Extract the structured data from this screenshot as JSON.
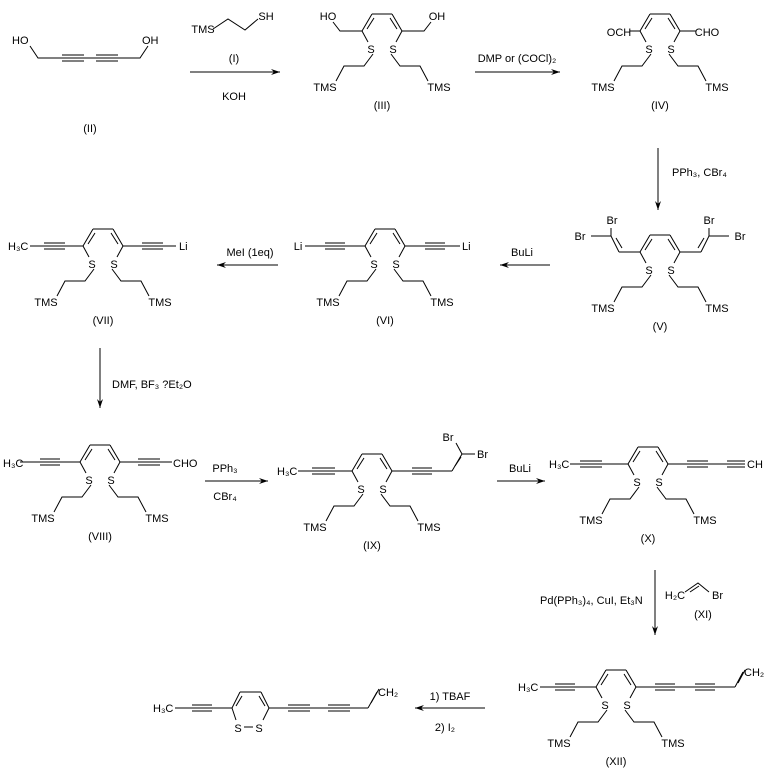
{
  "compounds": {
    "II": {
      "label": "(II)",
      "ho": "HO",
      "oh": "OH"
    },
    "I": {
      "label": "(I)",
      "tms": "TMS",
      "sh": "SH"
    },
    "III": {
      "label": "(III)",
      "ho": "HO",
      "oh": "OH",
      "tms": "TMS",
      "s": "S"
    },
    "IV": {
      "label": "(IV)",
      "left": "OCH",
      "right": "CHO",
      "tms": "TMS",
      "s": "S"
    },
    "V": {
      "label": "(V)",
      "br": "Br",
      "tms": "TMS",
      "s": "S"
    },
    "VI": {
      "label": "(VI)",
      "li": "Li",
      "tms": "TMS",
      "s": "S"
    },
    "VII": {
      "label": "(VII)",
      "left": "H₃C",
      "right": "Li",
      "tms": "TMS",
      "s": "S"
    },
    "VIII": {
      "label": "(VIII)",
      "left": "H₃C",
      "right": "CHO",
      "tms": "TMS",
      "s": "S"
    },
    "IX": {
      "label": "(IX)",
      "left": "H₃C",
      "br": "Br",
      "tms": "TMS",
      "s": "S"
    },
    "X": {
      "label": "(X)",
      "left": "H₃C",
      "right": "CH",
      "tms": "TMS",
      "s": "S"
    },
    "XI": {
      "label": "(XI)",
      "left": "H₂C",
      "br": "Br"
    },
    "XII": {
      "label": "(XII)",
      "left": "H₃C",
      "right": "CH₂",
      "tms": "TMS",
      "s": "S"
    },
    "product": {
      "left": "H₃C",
      "right": "CH₂",
      "s": "S"
    }
  },
  "reagents": {
    "step1": "KOH",
    "step2": "DMP or (COCl)₂",
    "step3": "PPh₃, CBr₄",
    "step4": "BuLi",
    "step5": "MeI (1eq)",
    "step6": "DMF, BF₃ ?Et₂O",
    "step7_top": "PPh₃",
    "step7_bottom": "CBr₄",
    "step8": "BuLi",
    "step9": "Pd(PPh₃)₄, CuI, Et₃N",
    "step10_top": "1) TBAF",
    "step10_bottom": "2) I₂"
  }
}
